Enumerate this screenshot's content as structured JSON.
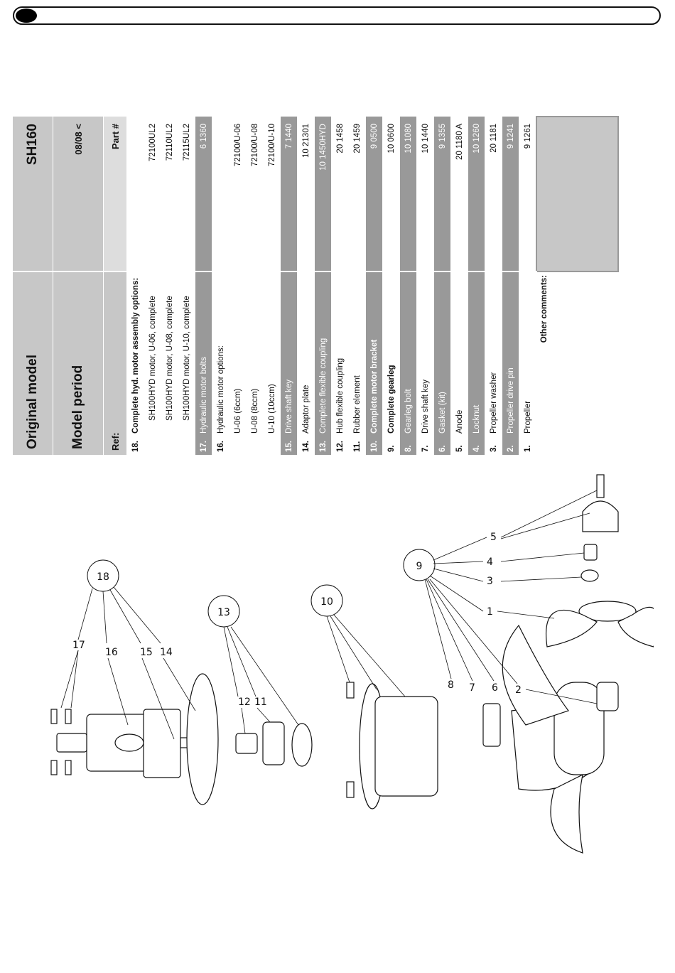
{
  "header": {
    "original_model_label": "Original model",
    "original_model_value": "SH160",
    "model_period_label": "Model period",
    "model_period_value": "08/08 <",
    "ref_label": "Ref:",
    "part_label": "Part #"
  },
  "rows": [
    {
      "ref": "18.",
      "desc": "Complete hyd. motor assembly options:",
      "part": "",
      "style": "white",
      "bold": true
    },
    {
      "ref": "",
      "desc": "SH100HYD motor, U-06, complete",
      "part": "72100UL2",
      "style": "white",
      "sub": true
    },
    {
      "ref": "",
      "desc": "SH100HYD motor, U-08, complete",
      "part": "72110UL2",
      "style": "white",
      "sub": true
    },
    {
      "ref": "",
      "desc": "SH100HYD motor, U-10, complete",
      "part": "72115UL2",
      "style": "white",
      "sub": true
    },
    {
      "ref": "17.",
      "desc": "Hydraulic motor bolts",
      "part": "6 1360",
      "style": "grey"
    },
    {
      "ref": "16.",
      "desc": "Hydraulic motor options:",
      "part": "",
      "style": "white"
    },
    {
      "ref": "",
      "desc": "U-06 (6ccm)",
      "part": "72100/U-06",
      "style": "white"
    },
    {
      "ref": "",
      "desc": "U-08 (8ccm)",
      "part": "72100/U-08",
      "style": "white"
    },
    {
      "ref": "",
      "desc": "U-10 (10ccm)",
      "part": "72100/U-10",
      "style": "white"
    },
    {
      "ref": "15.",
      "desc": "Drive shaft key",
      "part": "7 1440",
      "style": "grey"
    },
    {
      "ref": "14.",
      "desc": "Adaptor plate",
      "part": "10 21301",
      "style": "white"
    },
    {
      "ref": "13.",
      "desc": "Complete flexible coupling",
      "part": "10 1450HYD",
      "style": "grey"
    },
    {
      "ref": "12.",
      "desc": "Hub flexible coupling",
      "part": "20 1458",
      "style": "white"
    },
    {
      "ref": "11.",
      "desc": "Rubber element",
      "part": "20 1459",
      "style": "white"
    },
    {
      "ref": "10.",
      "desc": "Complete motor bracket",
      "part": "9 0500",
      "style": "grey",
      "bold": true
    },
    {
      "ref": "9.",
      "desc": "Complete gearleg",
      "part": "10 0600",
      "style": "white",
      "bold": true
    },
    {
      "ref": "8.",
      "desc": "Gearleg bolt",
      "part": "10 1080",
      "style": "grey"
    },
    {
      "ref": "7.",
      "desc": "Drive shaft key",
      "part": "10 1440",
      "style": "white"
    },
    {
      "ref": "6.",
      "desc": "Gasket (kit)",
      "part": "9 1355",
      "style": "grey"
    },
    {
      "ref": "5.",
      "desc": "Anode",
      "part": "20 1180 A",
      "style": "white"
    },
    {
      "ref": "4.",
      "desc": "Locknut",
      "part": "10 1260",
      "style": "grey"
    },
    {
      "ref": "3.",
      "desc": "Propeller washer",
      "part": "20 1181",
      "style": "white"
    },
    {
      "ref": "2.",
      "desc": "Propeller drive pin",
      "part": "9 1241",
      "style": "grey"
    },
    {
      "ref": "1.",
      "desc": "Propeller",
      "part": "9 1261",
      "style": "white"
    }
  ],
  "comments_label": "Other comments:",
  "diagram": {
    "callouts": [
      "18",
      "17",
      "16",
      "15",
      "14",
      "13",
      "12",
      "11",
      "10",
      "9",
      "8",
      "7",
      "6",
      "5",
      "4",
      "3",
      "2",
      "1"
    ]
  }
}
